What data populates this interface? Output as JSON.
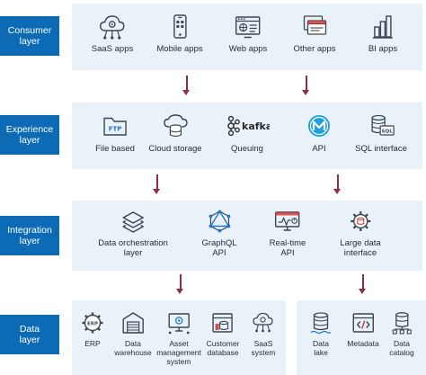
{
  "layers": {
    "consumer": {
      "label_1": "Consumer",
      "label_2": "layer",
      "items": [
        {
          "icon": "saas-cloud-icon",
          "label": "SaaS apps"
        },
        {
          "icon": "mobile-phone-icon",
          "label": "Mobile apps"
        },
        {
          "icon": "web-browser-icon",
          "label": "Web apps"
        },
        {
          "icon": "window-stack-icon",
          "label": "Other apps"
        },
        {
          "icon": "bar-chart-icon",
          "label": "BI apps"
        }
      ]
    },
    "experience": {
      "label_1": "Experience",
      "label_2": "layer",
      "items": [
        {
          "icon": "ftp-folder-icon",
          "label": "File based",
          "badge": "FTP"
        },
        {
          "icon": "cloud-storage-icon",
          "label": "Cloud storage"
        },
        {
          "icon": "kafka-logo-icon",
          "label": "Queuing",
          "logo_text": "kafka"
        },
        {
          "icon": "mulesoft-logo-icon",
          "label": "API"
        },
        {
          "icon": "sql-database-icon",
          "label": "SQL interface",
          "badge": "SQL"
        }
      ]
    },
    "integration": {
      "label_1": "Integration",
      "label_2": "layer",
      "items": [
        {
          "icon": "layers-stack-icon",
          "line_1": "Data orchestration",
          "line_2": "layer"
        },
        {
          "icon": "graphql-logo-icon",
          "line_1": "GraphQL",
          "line_2": "API"
        },
        {
          "icon": "realtime-monitor-icon",
          "line_1": "Real-time",
          "line_2": "API"
        },
        {
          "icon": "large-data-gear-icon",
          "line_1": "Large data",
          "line_2": "interface"
        }
      ]
    },
    "data": {
      "label_1": "Data",
      "label_2": "layer",
      "items": [
        {
          "icon": "erp-gear-icon",
          "line_1": "ERP",
          "line_2": "",
          "line_3": "",
          "badge": "ERP"
        },
        {
          "icon": "warehouse-icon",
          "line_1": "Data",
          "line_2": "warehouse",
          "line_3": ""
        },
        {
          "icon": "asset-management-icon",
          "line_1": "Asset",
          "line_2": "management",
          "line_3": "system"
        },
        {
          "icon": "customer-database-icon",
          "line_1": "Customer",
          "line_2": "database",
          "line_3": ""
        },
        {
          "icon": "saas-system-icon",
          "line_1": "SaaS",
          "line_2": "system",
          "line_3": ""
        }
      ],
      "right_items": [
        {
          "icon": "data-lake-icon",
          "line_1": "Data",
          "line_2": "lake"
        },
        {
          "icon": "metadata-code-icon",
          "line_1": "Metadata",
          "line_2": ""
        },
        {
          "icon": "data-catalog-icon",
          "line_1": "Data",
          "line_2": "catalog"
        }
      ]
    }
  },
  "colors": {
    "label_bg": "#0d6bb5",
    "panel_bg": "#eaf2f9",
    "arrow": "#8c2b4e",
    "icon_dark": "#3a4652",
    "icon_blue": "#1f78c8"
  }
}
